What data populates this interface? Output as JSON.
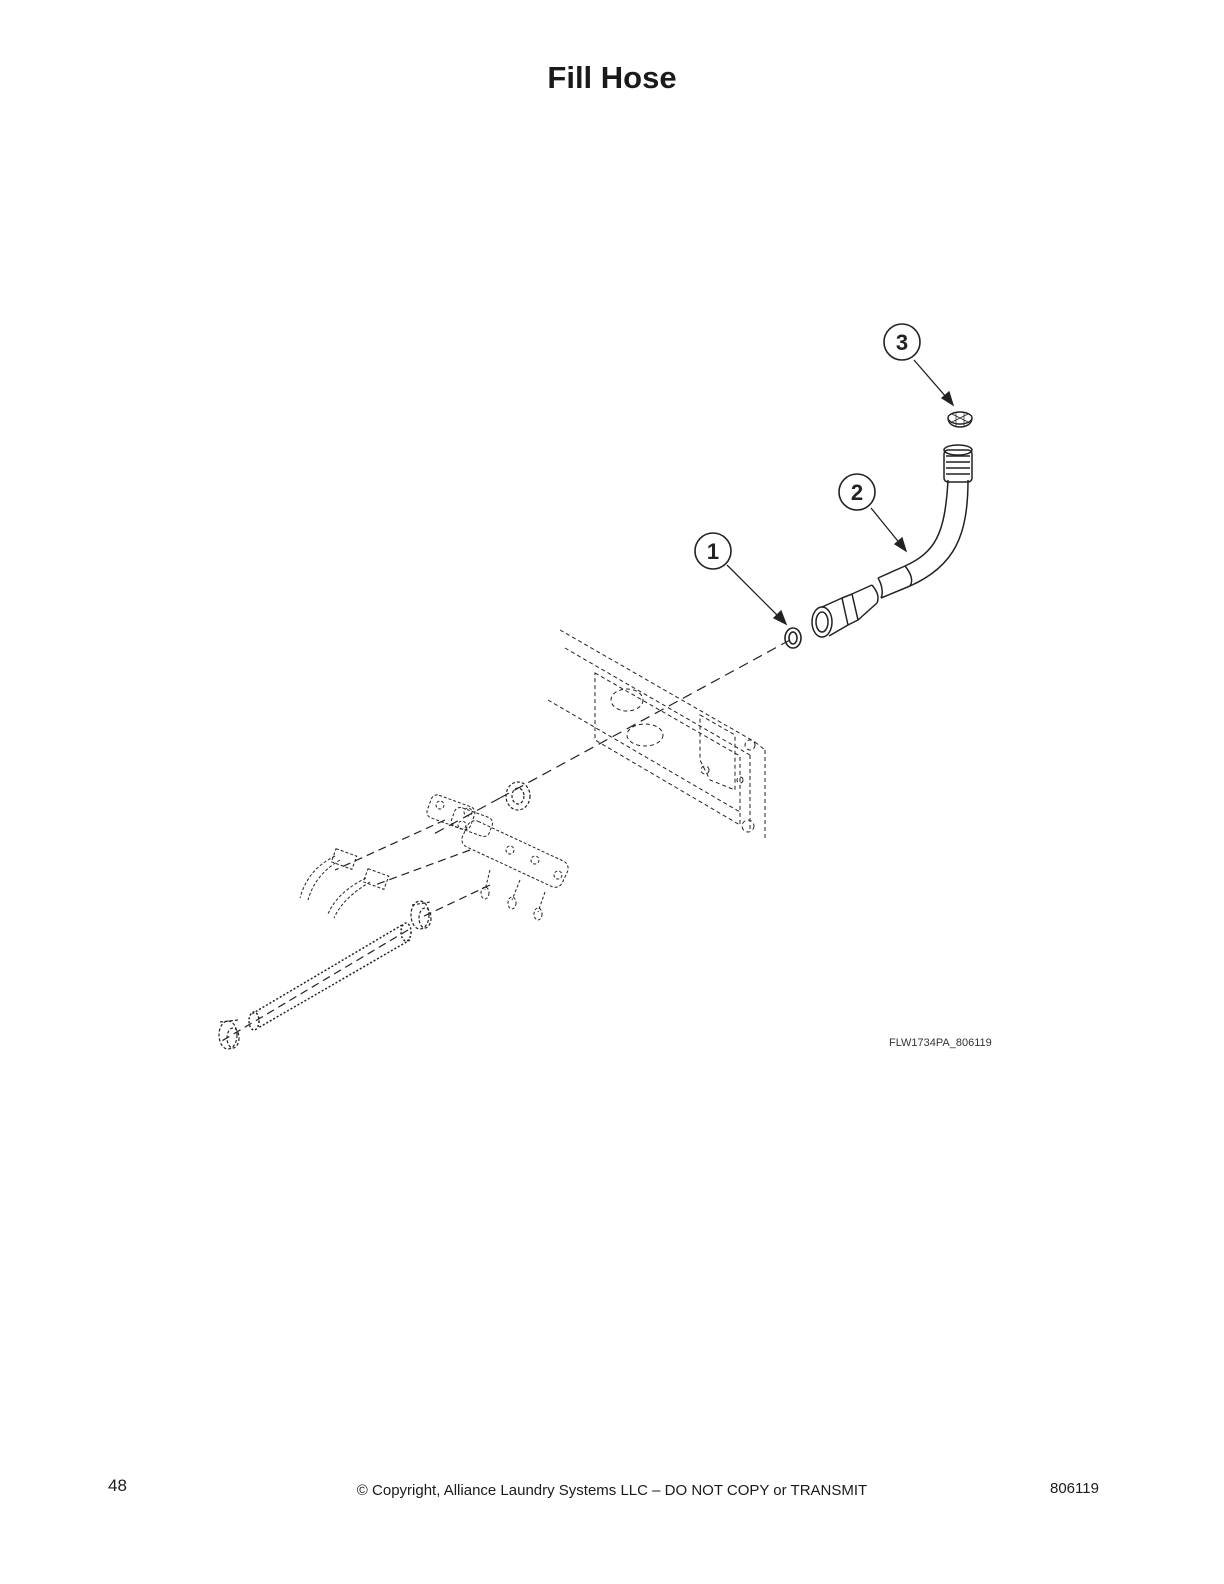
{
  "page": {
    "title": "Fill Hose"
  },
  "diagram": {
    "callouts": [
      {
        "label": "1"
      },
      {
        "label": "2"
      },
      {
        "label": "3"
      }
    ],
    "figure_code": "FLW1734PA_806119",
    "icons": [
      "washer-icon",
      "fill-hose-icon",
      "screen-filter-icon",
      "valve-bracket-icon",
      "water-valve-icon",
      "hose-clamp-icon",
      "tube-icon"
    ]
  },
  "footer": {
    "page_number": "48",
    "copyright": "© Copyright, Alliance Laundry Systems LLC – DO NOT COPY or TRANSMIT",
    "doc_number": "806119"
  }
}
